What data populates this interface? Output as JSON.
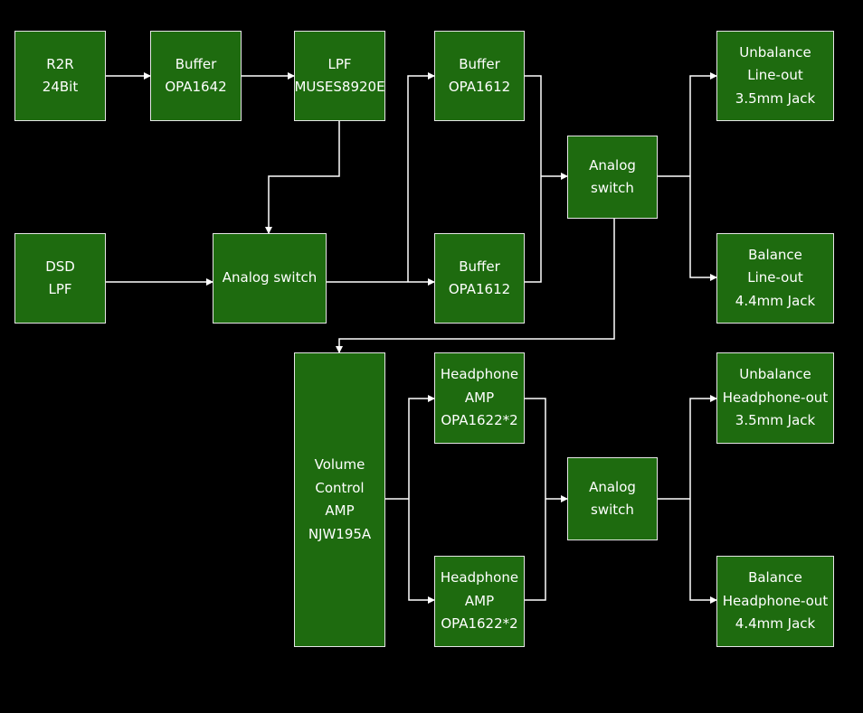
{
  "colors": {
    "background": "#000000",
    "block_fill": "#1e6b0f",
    "block_border": "#e6e6e6",
    "wire": "#ffffff",
    "text": "#ffffff"
  },
  "blocks": {
    "r2r": [
      "R2R",
      "24Bit"
    ],
    "buf1642": [
      "Buffer",
      "OPA1642"
    ],
    "lpf": [
      "LPF",
      "MUSES8920E"
    ],
    "buf1612a": [
      "Buffer",
      "OPA1612"
    ],
    "sw_line": [
      "Analog",
      "switch"
    ],
    "unbal_line": [
      "Unbalance",
      "Line-out",
      "3.5mm Jack"
    ],
    "dsd": [
      "DSD",
      "LPF"
    ],
    "sw_in": [
      "Analog switch"
    ],
    "buf1612b": [
      "Buffer",
      "OPA1612"
    ],
    "bal_line": [
      "Balance",
      "Line-out",
      "4.4mm Jack"
    ],
    "vol": [
      "Volume",
      "Control",
      "AMP",
      "NJW195A"
    ],
    "hp1": [
      "Headphone",
      "AMP",
      "OPA1622*2"
    ],
    "sw_hp": [
      "Analog",
      "switch"
    ],
    "unbal_hp": [
      "Unbalance",
      "Headphone-out",
      "3.5mm Jack"
    ],
    "hp2": [
      "Headphone",
      "AMP",
      "OPA1622*2"
    ],
    "bal_hp": [
      "Balance",
      "Headphone-out",
      "4.4mm Jack"
    ]
  }
}
